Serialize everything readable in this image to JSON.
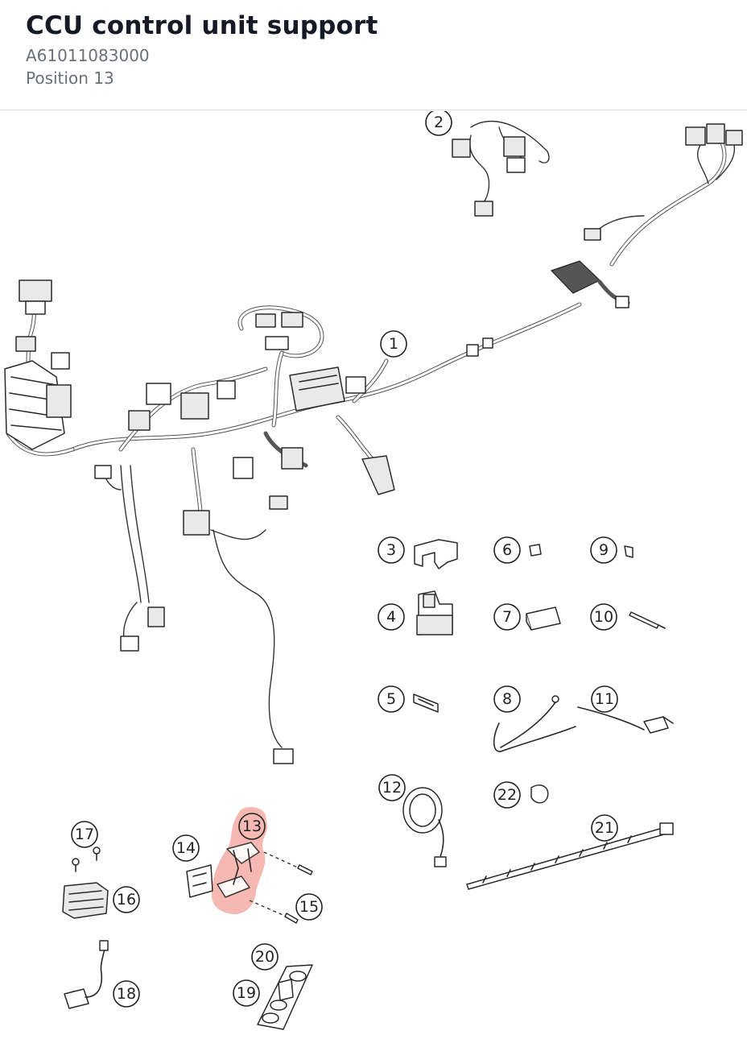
{
  "header": {
    "title": "CCU control unit support",
    "part_number": "A61011083000",
    "position": "Position 13"
  },
  "highlight_color": "#f4a6a0",
  "labels": [
    "1",
    "2",
    "3",
    "4",
    "5",
    "6",
    "7",
    "8",
    "9",
    "10",
    "11",
    "12",
    "13",
    "14",
    "15",
    "16",
    "17",
    "18",
    "19",
    "20",
    "21",
    "22"
  ],
  "highlighted_label": "13"
}
